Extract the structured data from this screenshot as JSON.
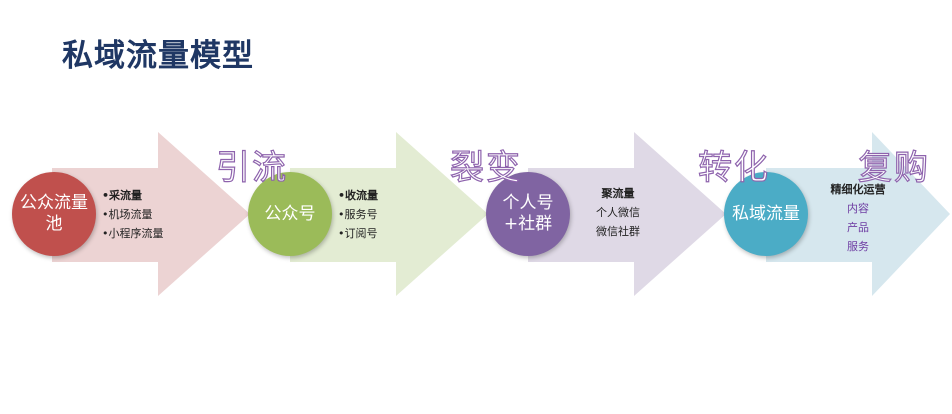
{
  "title": "私域流量模型",
  "stages": [
    {
      "circle": "公众流量池",
      "circle_color": "#c0504d",
      "arrow_color": "#ecd3d3",
      "bullets": [
        "•采流量",
        "•机场流量",
        "•小程序流量"
      ]
    },
    {
      "circle": "公众号",
      "circle_color": "#9bbb59",
      "arrow_color": "#e3ecd3",
      "bullets": [
        "•收流量",
        "•服务号",
        "•订阅号"
      ]
    },
    {
      "circle": "个人号+社群",
      "circle_color": "#8064a2",
      "arrow_color": "#dfd9e6",
      "bullets": [
        "聚流量",
        "个人微信",
        "微信社群"
      ]
    },
    {
      "circle": "私域流量",
      "circle_color": "#4bacc6",
      "arrow_color": "#d6e7ee",
      "bullets": [
        "精细化运营",
        "内容",
        "产品",
        "服务"
      ]
    }
  ],
  "labels": [
    "引流",
    "裂变",
    "转化",
    "复购"
  ]
}
